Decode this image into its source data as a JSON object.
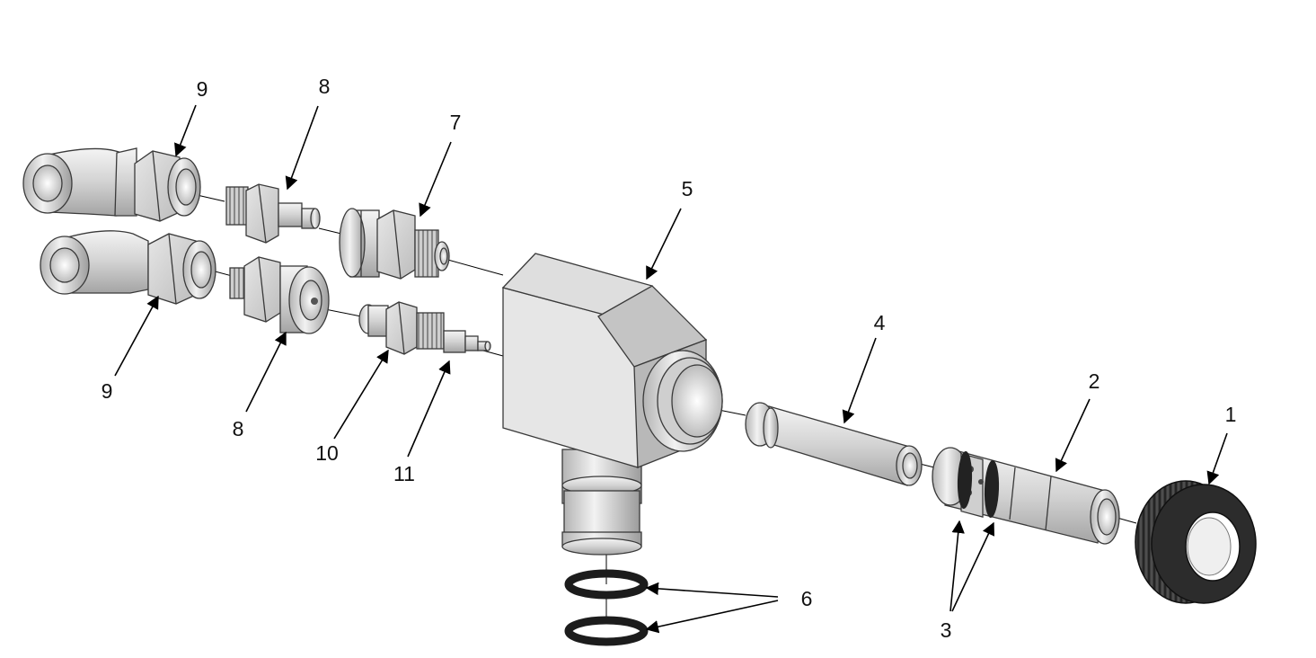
{
  "callouts": {
    "c1": "1",
    "c2": "2",
    "c3": "3",
    "c4": "4",
    "c5": "5",
    "c6": "6",
    "c7": "7",
    "c8a": "8",
    "c8b": "8",
    "c9a": "9",
    "c9b": "9",
    "c10": "10",
    "c11": "11"
  },
  "colors": {
    "metal_light": "#ececec",
    "metal_mid": "#c8c8c8",
    "metal_dark": "#9a9a9a",
    "rubber": "#2b2b2b",
    "knurl_nut": "#3a3a3a"
  }
}
